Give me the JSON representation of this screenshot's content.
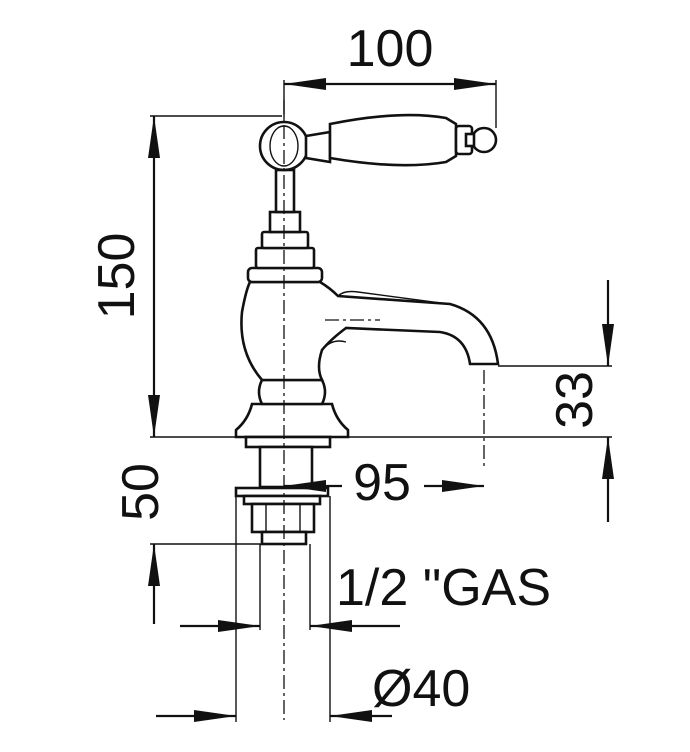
{
  "dimensions": {
    "width_top": "100",
    "height_total": "150",
    "spout_height": "33",
    "spout_reach": "95",
    "shank_length": "50",
    "thread": "1/2 \"GAS",
    "base_diameter": "Ø40"
  },
  "colors": {
    "line": "#111111",
    "background": "#ffffff"
  }
}
